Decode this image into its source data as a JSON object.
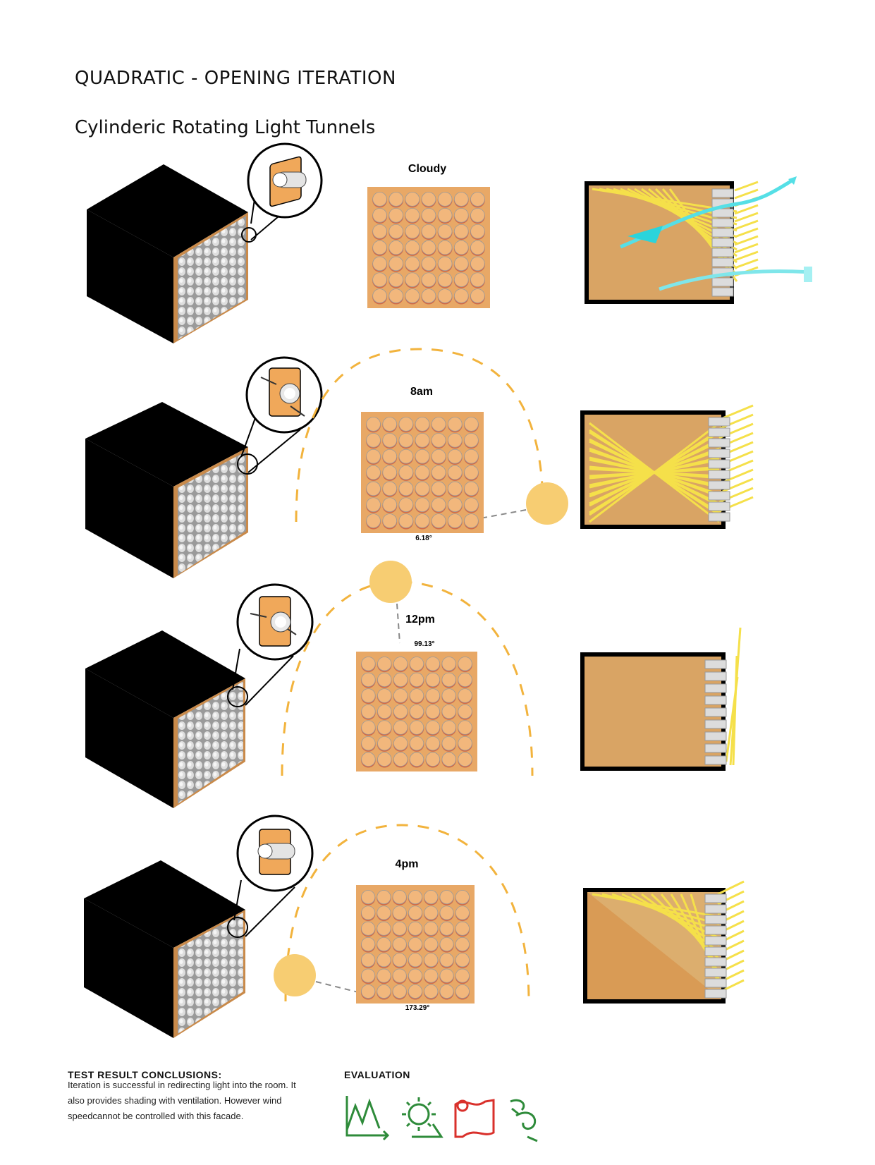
{
  "page": {
    "title": "QUADRATIC - OPENING ITERATION",
    "subtitle": "Cylinderic Rotating Light Tunnels"
  },
  "rows": [
    {
      "label": "Cloudy",
      "angle": ""
    },
    {
      "label": "8am",
      "angle": "6.18°"
    },
    {
      "label": "12pm",
      "angle": "99.13°"
    },
    {
      "label": "4pm",
      "angle": "173.29°"
    }
  ],
  "conclusions": {
    "heading": "TEST RESULT CONCLUSIONS:",
    "text": "Iteration is successful in redirecting light into the room. It also provides shading with ventilation. However wind speedcannot be controlled with this facade."
  },
  "evaluation": {
    "heading": "EVALUATION",
    "icons": [
      "performance-graph-icon",
      "sun-shading-icon",
      "flexibility-icon",
      "wind-icon"
    ]
  },
  "colors": {
    "panel": "#e8a866",
    "panel_dark": "#d4914c",
    "sun": "#f7cd72",
    "arc": "#f2b33d",
    "light_ray": "#f5e04a",
    "wind": "#55dfe6",
    "eval_green": "#2e8b3a",
    "eval_red": "#d9302b"
  }
}
